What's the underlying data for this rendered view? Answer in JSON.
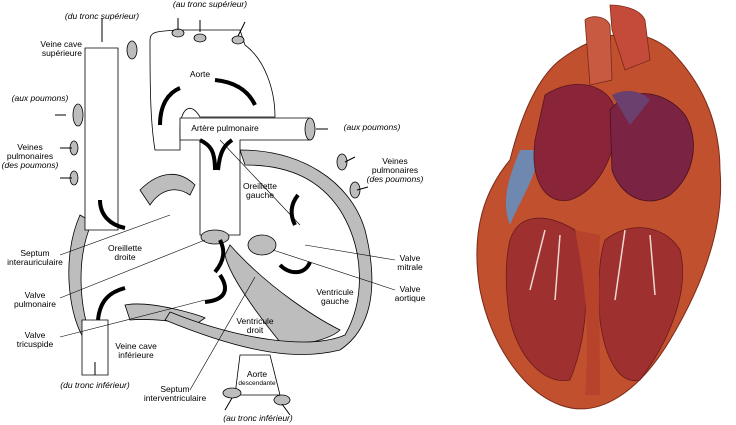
{
  "diagram": {
    "labels": {
      "au_tronc_superieur": "(au tronc supérieur)",
      "du_tronc_superieur": "(du tronc supérieur)",
      "veine_cave_superieure": [
        "Veine cave",
        "supérieure"
      ],
      "aorte": "Aorte",
      "aux_poumons_left": "(aux poumons)",
      "aux_poumons_right": "(aux poumons)",
      "artere_pulmonaire": "Artère pulmonaire",
      "veines_pulmonaires_left": [
        "Veines",
        "pulmonaires",
        "(des poumons)"
      ],
      "veines_pulmonaires_right": [
        "Veines",
        "pulmonaires",
        "(des poumons)"
      ],
      "oreillette_gauche": [
        "Oreillette",
        "gauche"
      ],
      "septum_interauriculaire": [
        "Septum",
        "interauriculaire"
      ],
      "oreillette_droite": [
        "Oreillette",
        "droite"
      ],
      "valve_mitrale": [
        "Valve",
        "mitrale"
      ],
      "valve_aortique": [
        "Valve",
        "aortique"
      ],
      "valve_pulmonaire": [
        "Valve",
        "pulmonaire"
      ],
      "ventricule_gauche": [
        "Ventricule",
        "gauche"
      ],
      "ventricule_droit": [
        "Ventricule",
        "droit"
      ],
      "valve_tricuspide": [
        "Valve",
        "tricuspide"
      ],
      "veine_cave_inferieure": [
        "Veine cave",
        "inférieure"
      ],
      "du_tronc_inferieur": "(du tronc inférieur)",
      "septum_interventriculaire": [
        "Septum",
        "interventriculaire"
      ],
      "aorte_descendante": [
        "Aorte",
        "descendante"
      ],
      "au_tronc_inferieur": "(au tronc inférieur)"
    }
  },
  "colors": {
    "wall_gray": "#bdbdbd",
    "heart_red": "#c0502e",
    "heart_dark": "#8a2438",
    "heart_purple": "#6b3f6e",
    "heart_blue": "#6e88b0"
  }
}
